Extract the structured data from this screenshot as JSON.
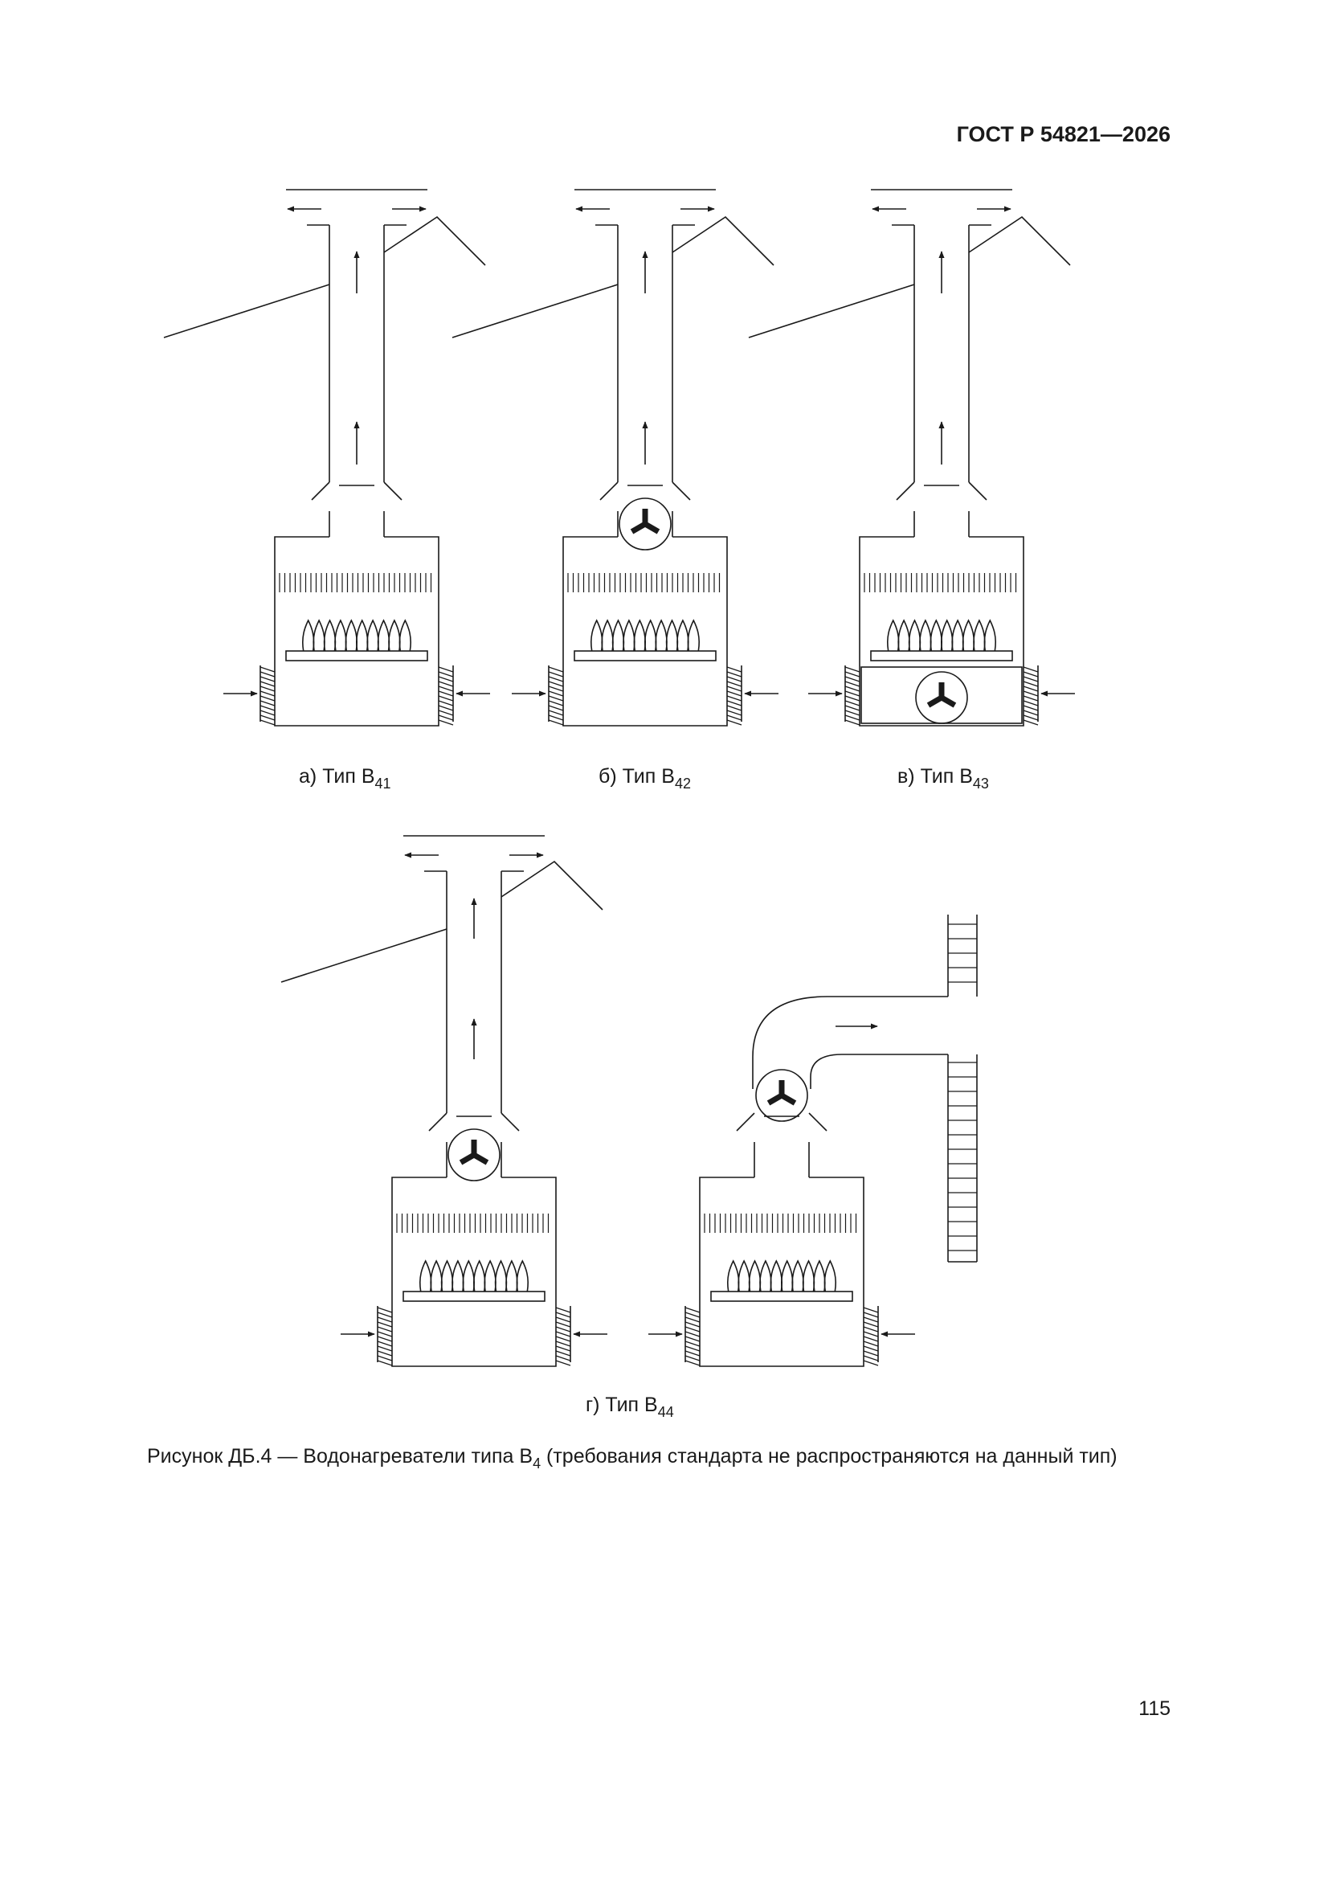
{
  "header": {
    "standard_code": "ГОСТ Р 54821—2026"
  },
  "figures": [
    {
      "id": "a",
      "letter": "а)",
      "type_word": "Тип",
      "type_base": "B",
      "type_sub": "41",
      "fan": "none"
    },
    {
      "id": "b",
      "letter": "б)",
      "type_word": "Тип",
      "type_base": "B",
      "type_sub": "42",
      "fan": "flue"
    },
    {
      "id": "c",
      "letter": "в)",
      "type_word": "Тип",
      "type_base": "B",
      "type_sub": "43",
      "fan": "inlet"
    },
    {
      "id": "d",
      "letter": "г)",
      "type_word": "Тип",
      "type_base": "B",
      "type_sub": "44",
      "fan": "flue"
    }
  ],
  "caption": {
    "prefix": "Рисунок ДБ.4 — Водонагреватели типа ",
    "base": "B",
    "sub": "4",
    "suffix": " (требования стандарта не распространяются на данный тип)"
  },
  "page_number": "115",
  "colors": {
    "ink": "#1a1a1a",
    "paper": "#ffffff"
  }
}
